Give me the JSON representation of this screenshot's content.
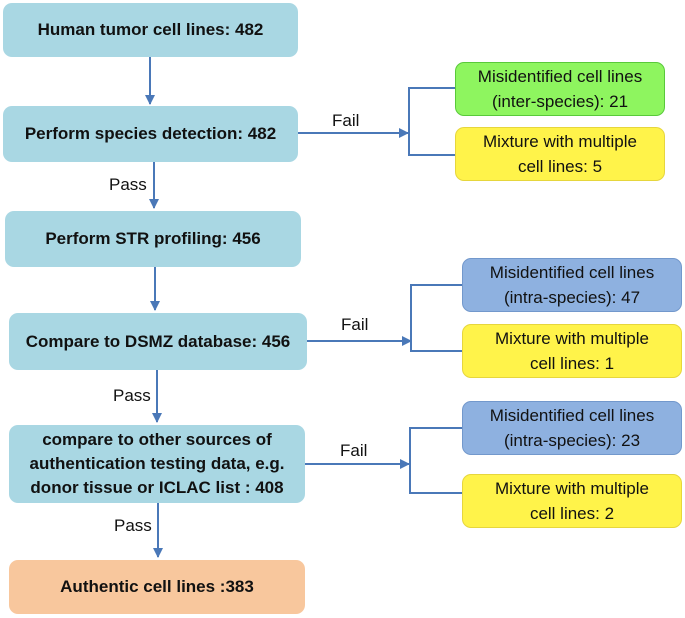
{
  "colors": {
    "main": "#a9d7e3",
    "final": "#f8c79d",
    "green": "#8ef55f",
    "yellow": "#fff34a",
    "blue": "#8eb1e0",
    "connector": "#4a78b8"
  },
  "steps": [
    {
      "text": "Human tumor cell lines: 482"
    },
    {
      "text": "Perform species detection: 482"
    },
    {
      "text": "Perform STR profiling: 456"
    },
    {
      "text": "Compare to DSMZ database: 456"
    },
    {
      "text": "compare to other sources of\nauthentication testing data, e.g.\ndonor tissue or ICLAC list : 408"
    },
    {
      "text": "Authentic cell lines :383"
    }
  ],
  "edge_labels": {
    "pass": "Pass",
    "fail": "Fail"
  },
  "outcomes": [
    {
      "text": "Misidentified cell lines\n(inter-species): 21"
    },
    {
      "text": "Mixture with multiple\ncell lines: 5"
    },
    {
      "text": "Misidentified cell lines\n(intra-species): 47"
    },
    {
      "text": "Mixture with multiple\ncell lines: 1"
    },
    {
      "text": "Misidentified cell lines\n(intra-species): 23"
    },
    {
      "text": "Mixture with multiple\ncell lines: 2"
    }
  ]
}
